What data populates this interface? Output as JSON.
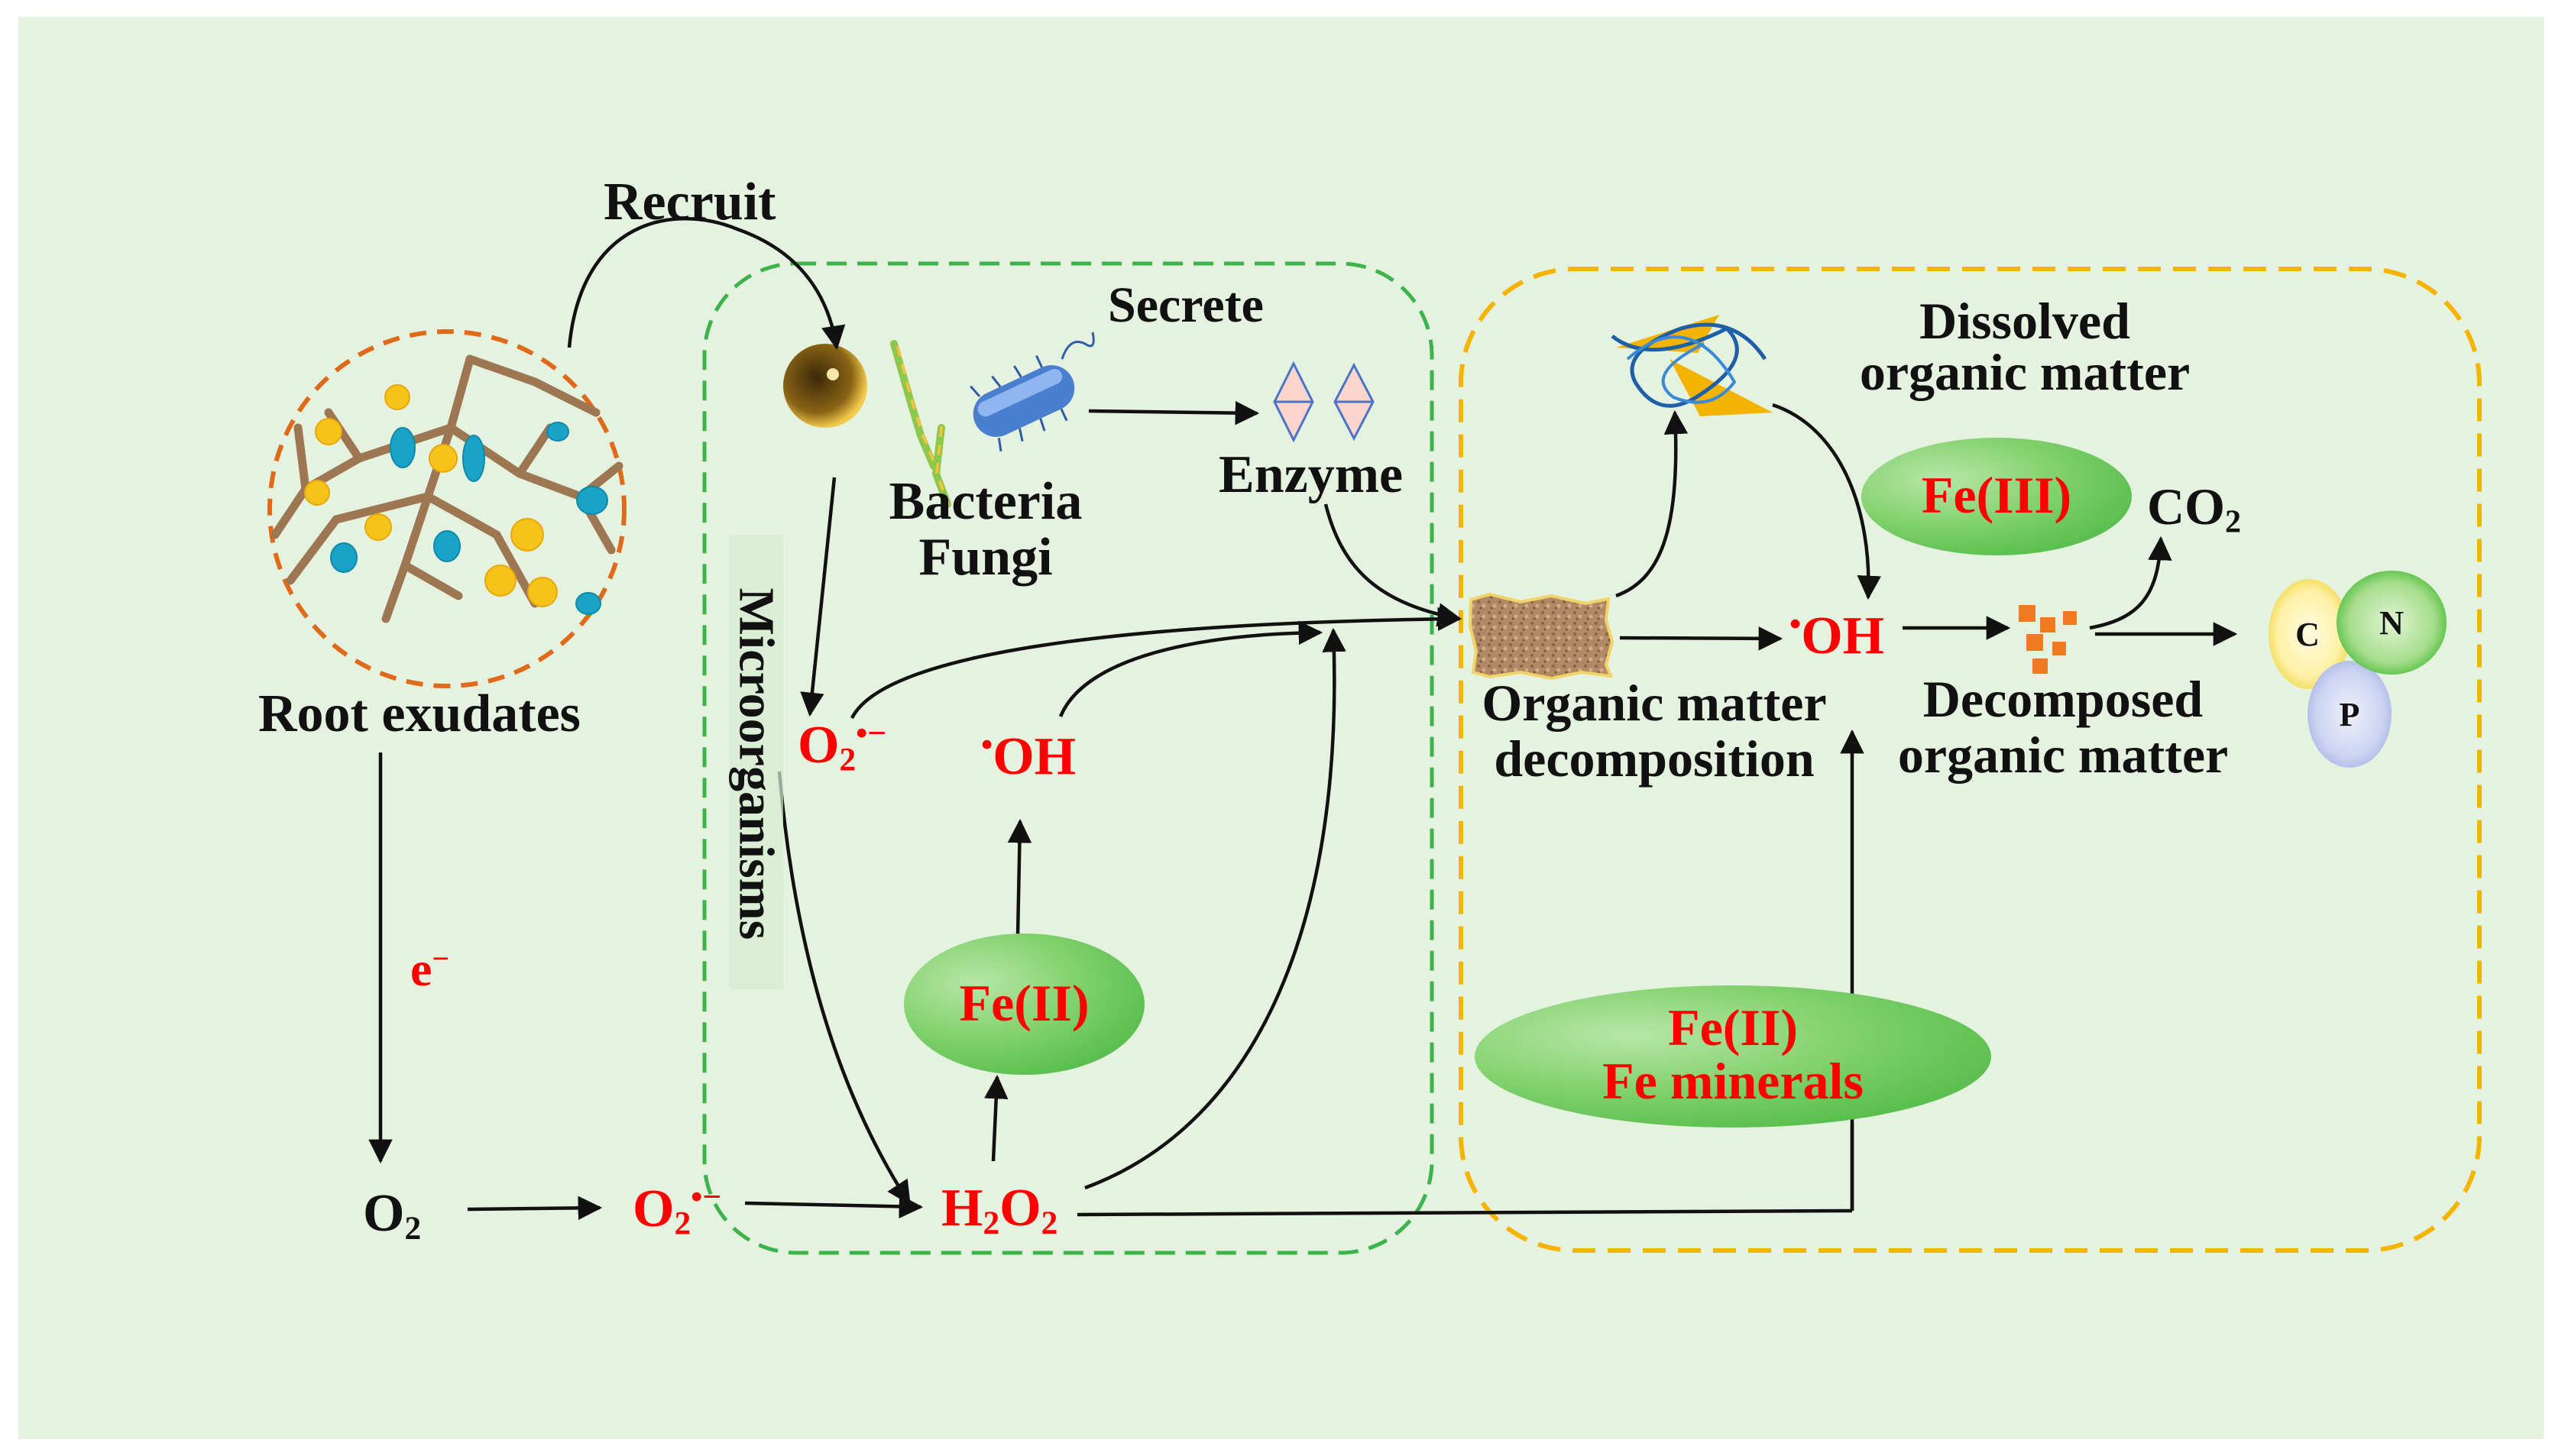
{
  "labels": {
    "recruit": "Recruit",
    "root_exudates": "Root exudates",
    "secrete": "Secrete",
    "bacteria": "Bacteria",
    "fungi": "Fungi",
    "enzyme": "Enzyme",
    "microorganisms": "Microorganisms",
    "electron": "e",
    "electron_sup": "−",
    "o2_base": "O",
    "o2_sub": "2",
    "superoxide_base": "O",
    "superoxide_sub": "2",
    "superoxide_sup": "•−",
    "hydroxyl_dot": "•",
    "hydroxyl_text": "OH",
    "h2o2_h": "H",
    "h2o2_sub1": "2",
    "h2o2_o": "O",
    "h2o2_sub2": "2",
    "fe2": "Fe(II)",
    "fe2_minerals_line1": "Fe(II)",
    "fe2_minerals_line2": "Fe minerals",
    "fe3": "Fe(III)",
    "dom_line1": "Dissolved",
    "dom_line2": "organic matter",
    "omd_line1": "Organic matter",
    "omd_line2": "decomposition",
    "decomp_line1": "Decomposed",
    "decomp_line2": "organic matter",
    "co2_base": "CO",
    "co2_sub": "2",
    "nutrient_c": "C",
    "nutrient_n": "N",
    "nutrient_p": "P"
  },
  "colors": {
    "background": "#e4f2df",
    "red_species": "#ff0000",
    "text": "#111111",
    "microbe_box": "#3cb44b",
    "organic_box": "#f5b400",
    "root_circle": "#e06a1a",
    "fe_pill": "#5cc24a"
  },
  "icons": [
    "root-network-icon",
    "bacterium-cell-icon",
    "fungi-hypha-icon",
    "rod-bacterium-icon",
    "enzyme-crystal-icon",
    "dom-tangle-icon",
    "soil-texture-icon",
    "decomposed-fragments-icon"
  ]
}
